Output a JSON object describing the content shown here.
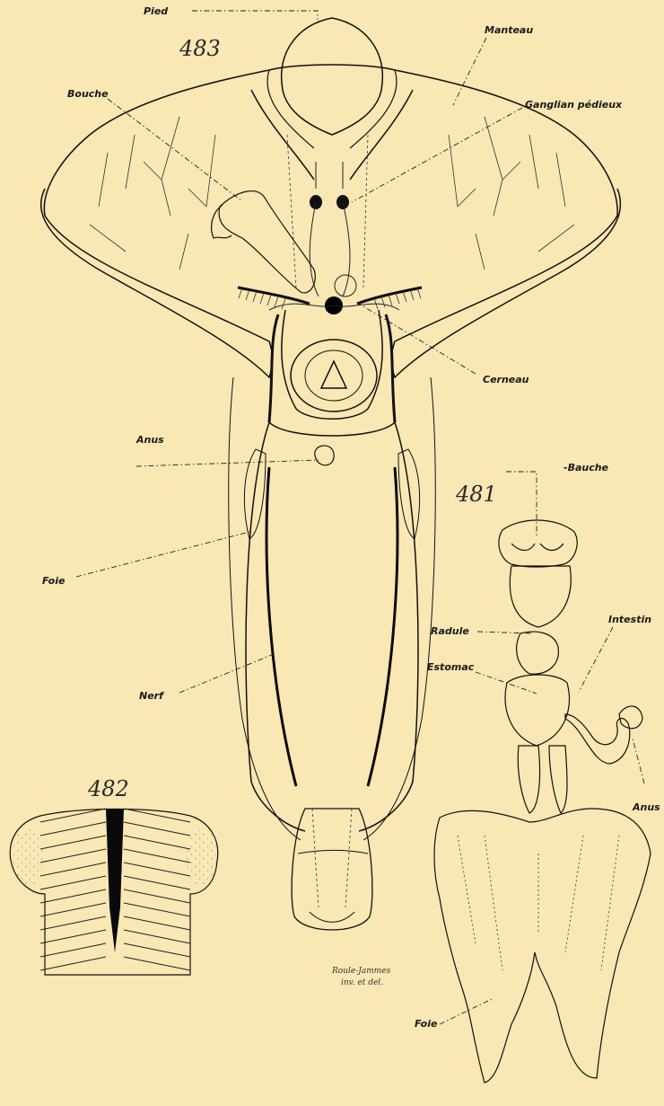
{
  "figures": {
    "fig483": {
      "number": "483",
      "labels": {
        "pied": "Pied",
        "manteau": "Manteau",
        "bouche": "Bouche",
        "ganglion": "Ganglian pédieux",
        "cerveau": "Cerneau",
        "anus": "Anus",
        "foie": "Foie",
        "nerf": "Nerf"
      }
    },
    "fig481": {
      "number": "481",
      "labels": {
        "bouche": "-Bauche",
        "radule": "Radule",
        "intestin": "Intestin",
        "estomac": "Estomac",
        "anus": "Anus",
        "foie": "Foie"
      }
    },
    "fig482": {
      "number": "482"
    }
  },
  "signature": {
    "line1": "Roule-Jammes",
    "line2": "inv. et del."
  }
}
